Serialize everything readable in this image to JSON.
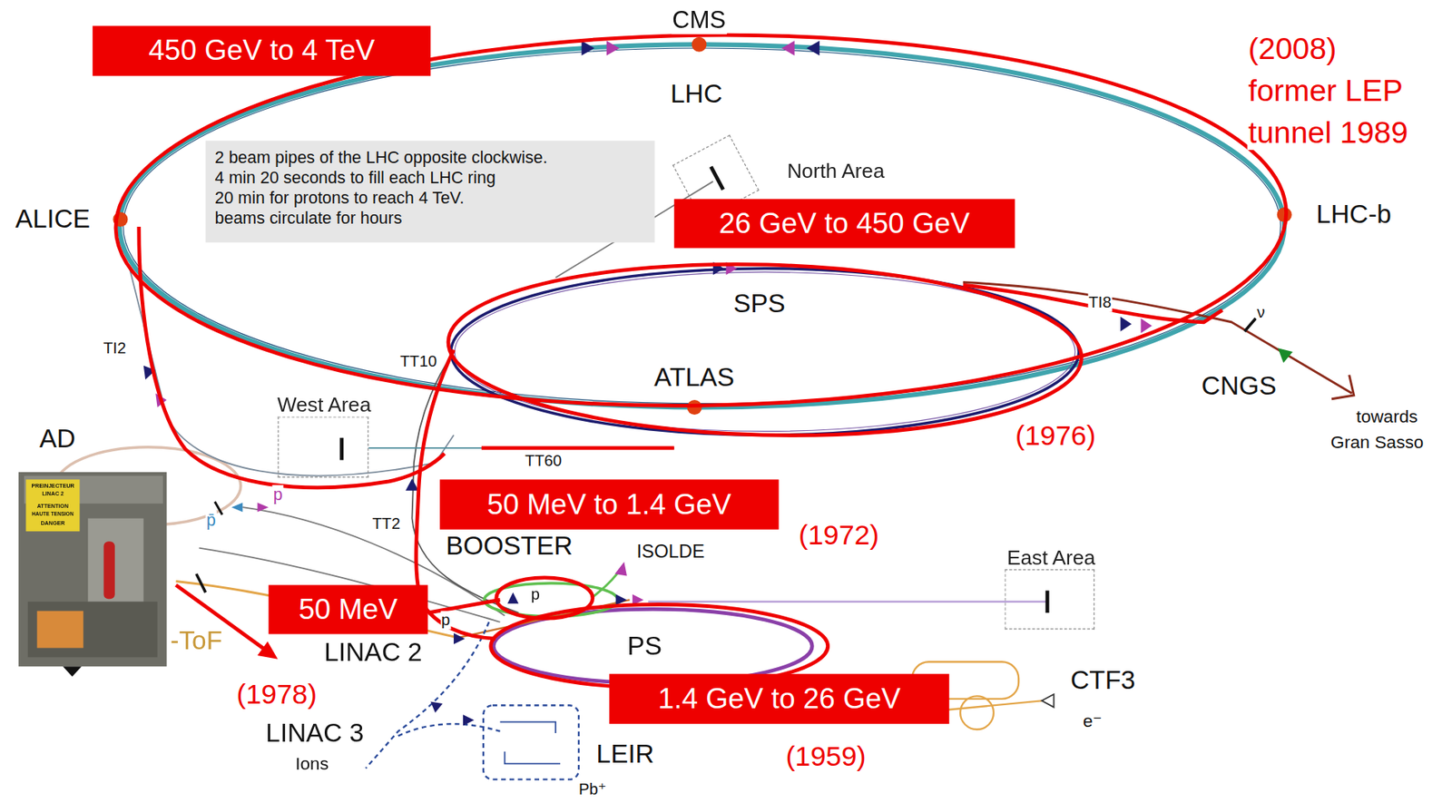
{
  "diagram": {
    "nodes": [
      {
        "text": [
          "450 GeV to 4 TeV"
        ]
      },
      {
        "text": [
          "2 beam pipes of the LHC opposite clockwise.",
          "4 min 20 seconds to fill each LHC ring",
          "20 min for protons to reach 4 TeV.",
          "beams circulate for hours"
        ]
      },
      {
        "text": [
          "North Area"
        ]
      },
      {
        "text": [
          "26 GeV to 450 GeV"
        ]
      },
      {
        "text": [
          "West Area"
        ]
      },
      {
        "text": [
          "50 MeV to 1.4 GeV"
        ]
      },
      {
        "text": [
          "East Area"
        ]
      },
      {
        "text": [
          "50 MeV"
        ]
      },
      {
        "text": [
          "1.4 GeV to 26 GeV"
        ]
      }
    ],
    "labels": [
      "CMS",
      "(2008)",
      "former LEP",
      "tunnel 1989",
      "LHC",
      "ALICE",
      "LHC-b",
      "SPS",
      "TI8",
      "ν",
      "TI2",
      "TT10",
      "ATLAS",
      "CNGS",
      "towards",
      "Gran Sasso",
      "(1976)",
      "AD",
      "TT60",
      "p̄",
      "p",
      "TT2",
      "BOOSTER",
      "ISOLDE",
      "p",
      "(1972)",
      "p",
      "LINAC 2",
      "PS",
      "-ToF",
      "CTF3",
      "e⁻",
      "(1978)",
      "LINAC 3",
      "Ions",
      "LEIR",
      "Pb⁺",
      "(1959)",
      "PREINJECTEUR",
      "LINAC 2",
      "ATTENTION",
      "HAUTE TENSION",
      "DANGER"
    ]
  }
}
